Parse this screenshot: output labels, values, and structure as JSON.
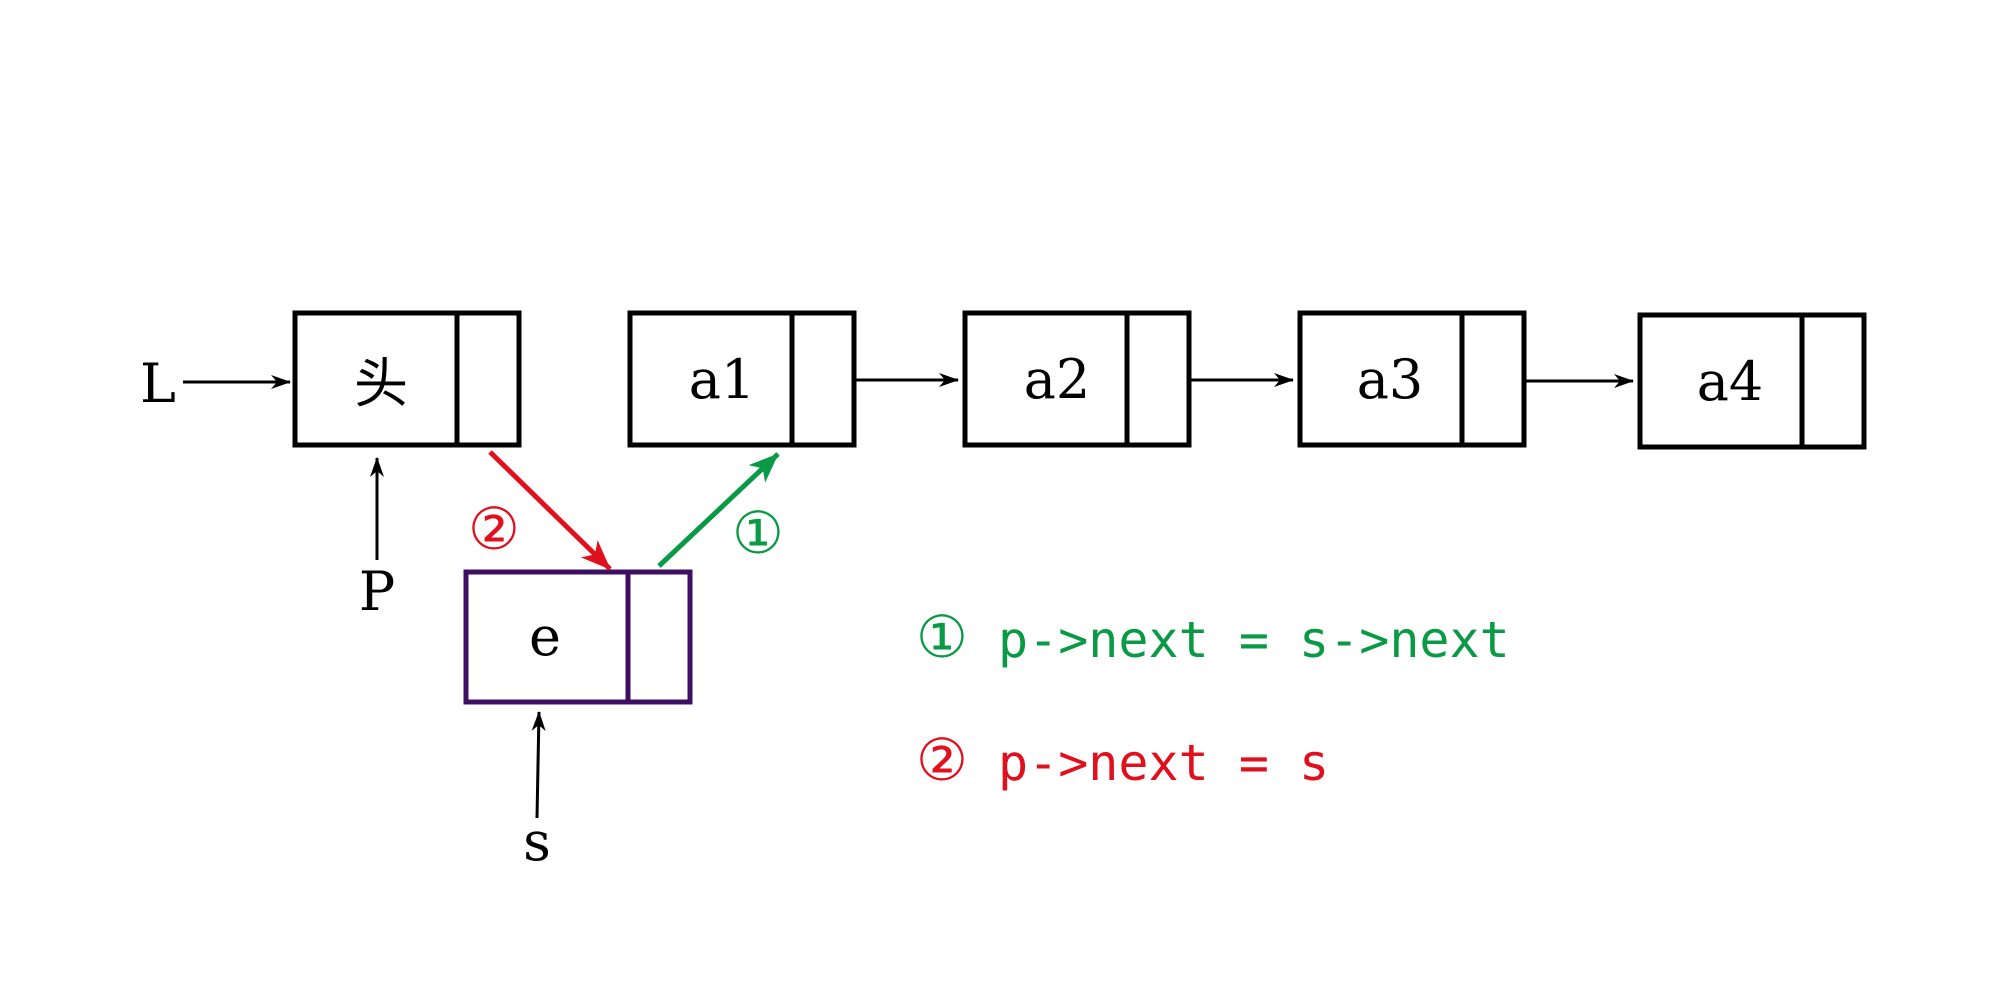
{
  "colors": {
    "node_stroke": "#000000",
    "new_node_stroke": "#3d0f63",
    "step1": "#0a9a45",
    "step2": "#e0101e",
    "text": "#000000"
  },
  "labels": {
    "list_head_pointer": "L",
    "p_pointer": "P",
    "s_pointer": "s"
  },
  "nodes": {
    "head": "头",
    "a1": "a1",
    "a2": "a2",
    "a3": "a3",
    "a4": "a4",
    "new": "e"
  },
  "markers": {
    "step1": "①",
    "step2": "②"
  },
  "legend": {
    "step1": {
      "marker": "①",
      "code": "p->next = s->next"
    },
    "step2": {
      "marker": "②",
      "code": "p->next = s"
    }
  }
}
